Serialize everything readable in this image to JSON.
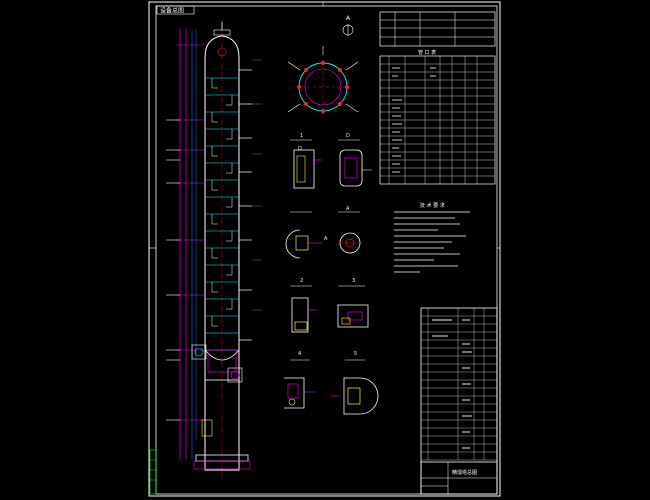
{
  "drawing": {
    "header_tag": "设备总图",
    "view_labels": {
      "top_view": "A",
      "section_1": "1",
      "section_D": "D",
      "section_A": "A",
      "section_2": "2",
      "section_3": "3",
      "section_4": "4",
      "section_5": "5"
    },
    "nozzle_table_title": "管 口 表",
    "notes_title": "技 术 要 求",
    "title_block_name": "精馏塔总图"
  },
  "colors": {
    "background": "#000000",
    "frame": "#ffffff",
    "outline_cyan": "#00ffff",
    "dim_magenta": "#ff00ff",
    "center_red": "#ff2020",
    "hatch_yellow": "#ffff00",
    "note_green": "#00ff00",
    "leader_blue": "#3060ff"
  }
}
